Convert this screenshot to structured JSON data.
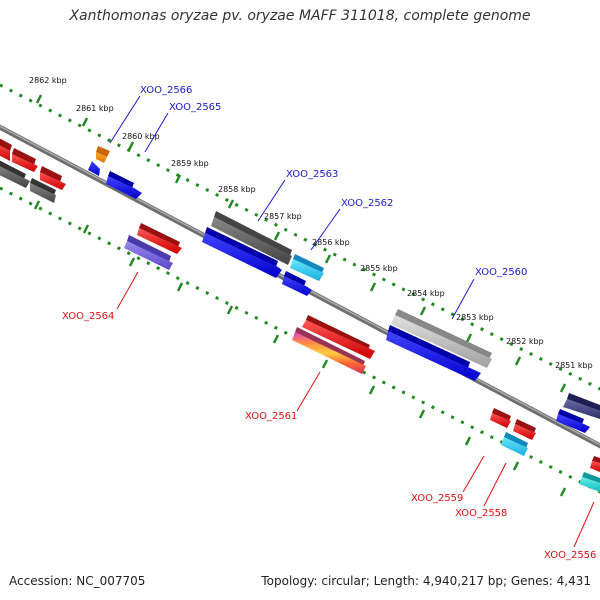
{
  "title": "Xanthomonas oryzae pv. oryzae MAFF 311018, complete genome",
  "footer": {
    "accession": "Accession: NC_007705",
    "topology": "Topology: circular; Length: 4,940,217 bp; Genes: 4,431"
  },
  "colors": {
    "forward_label": "#1a1acc",
    "reverse_label": "#dd1111",
    "backbone": "#808080",
    "ticks": "#228822"
  },
  "ticks": [
    "2862 kbp",
    "2861 kbp",
    "2860 kbp",
    "2859 kbp",
    "2858 kbp",
    "2857 kbp",
    "2856 kbp",
    "2855 kbp",
    "2854 kbp",
    "2853 kbp",
    "2852 kbp",
    "2851 kbp"
  ],
  "gene_labels": {
    "forward": [
      "XOO_2566",
      "XOO_2565",
      "XOO_2563",
      "XOO_2562",
      "XOO_2560"
    ],
    "reverse": [
      "XOO_2564",
      "XOO_2561",
      "XOO_2559",
      "XOO_2558",
      "XOO_2556"
    ]
  }
}
